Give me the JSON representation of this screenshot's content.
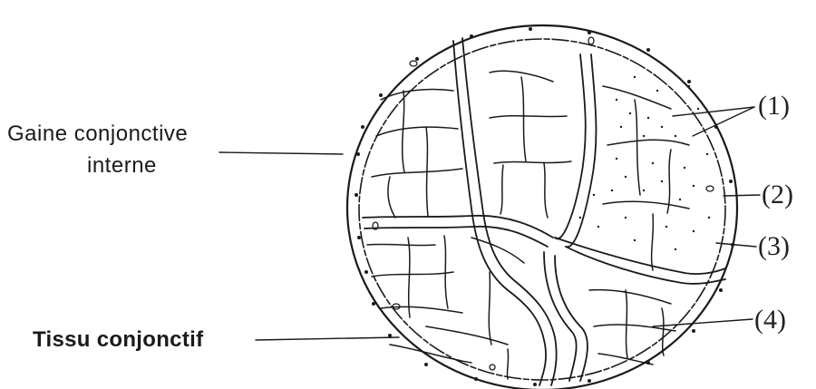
{
  "labels": {
    "gaine_line1": "Gaine conjonctive",
    "gaine_line2": "interne",
    "tissu": "Tissu conjonctif"
  },
  "callouts": [
    "(1)",
    "(2)",
    "(3)",
    "(4)"
  ],
  "colors": {
    "ink": "#1a1a1a",
    "background": "#ffffff"
  }
}
